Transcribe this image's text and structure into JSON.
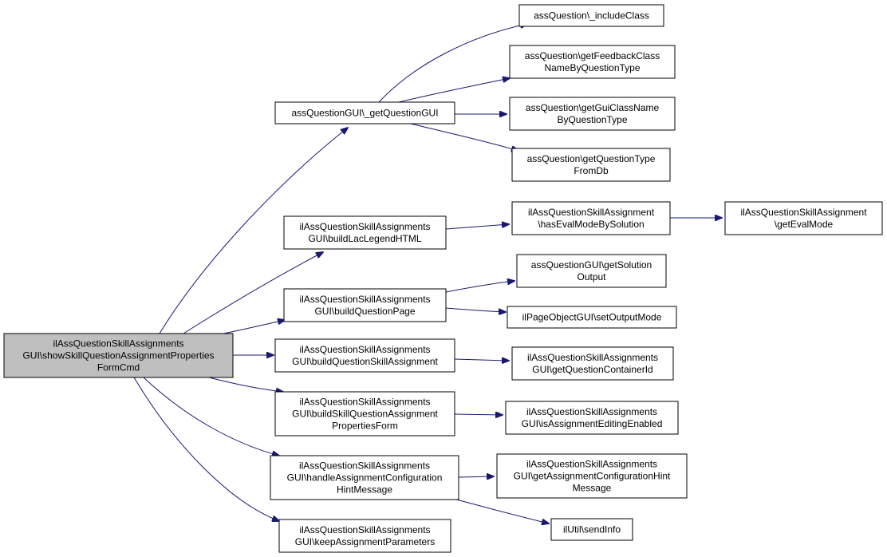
{
  "diagram": {
    "colors": {
      "edge": "#191970",
      "root_fill": "#bfbfbf",
      "node_fill": "#ffffff",
      "border": "#000000"
    },
    "nodes": [
      {
        "id": "root",
        "lines": [
          "ilAssQuestionSkillAssignments",
          "GUI\\showSkillQuestionAssignmentProperties",
          "FormCmd"
        ]
      },
      {
        "id": "getQuestionGUI",
        "lines": [
          "assQuestionGUI\\_getQuestionGUI"
        ]
      },
      {
        "id": "includeClass",
        "lines": [
          "assQuestion\\_includeClass"
        ]
      },
      {
        "id": "getFeedbackClass",
        "lines": [
          "assQuestion\\getFeedbackClass",
          "NameByQuestionType"
        ]
      },
      {
        "id": "getGuiClassName",
        "lines": [
          "assQuestion\\getGuiClassName",
          "ByQuestionType"
        ]
      },
      {
        "id": "getQuestionTypeFromDb",
        "lines": [
          "assQuestion\\getQuestionType",
          "FromDb"
        ]
      },
      {
        "id": "buildLacLegendHTML",
        "lines": [
          "ilAssQuestionSkillAssignments",
          "GUI\\buildLacLegendHTML"
        ]
      },
      {
        "id": "hasEvalModeBySolution",
        "lines": [
          "ilAssQuestionSkillAssignment",
          "\\hasEvalModeBySolution"
        ]
      },
      {
        "id": "getEvalMode",
        "lines": [
          "ilAssQuestionSkillAssignment",
          "\\getEvalMode"
        ]
      },
      {
        "id": "buildQuestionPage",
        "lines": [
          "ilAssQuestionSkillAssignments",
          "GUI\\buildQuestionPage"
        ]
      },
      {
        "id": "getSolutionOutput",
        "lines": [
          "assQuestionGUI\\getSolution",
          "Output"
        ]
      },
      {
        "id": "setOutputMode",
        "lines": [
          "ilPageObjectGUI\\setOutputMode"
        ]
      },
      {
        "id": "buildQuestionSkillAssignment",
        "lines": [
          "ilAssQuestionSkillAssignments",
          "GUI\\buildQuestionSkillAssignment"
        ]
      },
      {
        "id": "getQuestionContainerId",
        "lines": [
          "ilAssQuestionSkillAssignments",
          "GUI\\getQuestionContainerId"
        ]
      },
      {
        "id": "buildSkillQuestionAssignmentPropertiesForm",
        "lines": [
          "ilAssQuestionSkillAssignments",
          "GUI\\buildSkillQuestionAssignment",
          "PropertiesForm"
        ]
      },
      {
        "id": "isAssignmentEditingEnabled",
        "lines": [
          "ilAssQuestionSkillAssignments",
          "GUI\\isAssignmentEditingEnabled"
        ]
      },
      {
        "id": "handleAssignmentConfigurationHintMessage",
        "lines": [
          "ilAssQuestionSkillAssignments",
          "GUI\\handleAssignmentConfiguration",
          "HintMessage"
        ]
      },
      {
        "id": "getAssignmentConfigurationHintMessage",
        "lines": [
          "ilAssQuestionSkillAssignments",
          "GUI\\getAssignmentConfigurationHint",
          "Message"
        ]
      },
      {
        "id": "sendInfo",
        "lines": [
          "ilUtil\\sendInfo"
        ]
      },
      {
        "id": "keepAssignmentParameters",
        "lines": [
          "ilAssQuestionSkillAssignments",
          "GUI\\keepAssignmentParameters"
        ]
      }
    ],
    "edges": [
      [
        "root",
        "getQuestionGUI"
      ],
      [
        "root",
        "buildLacLegendHTML"
      ],
      [
        "root",
        "buildQuestionPage"
      ],
      [
        "root",
        "buildQuestionSkillAssignment"
      ],
      [
        "root",
        "buildSkillQuestionAssignmentPropertiesForm"
      ],
      [
        "root",
        "handleAssignmentConfigurationHintMessage"
      ],
      [
        "root",
        "keepAssignmentParameters"
      ],
      [
        "getQuestionGUI",
        "includeClass"
      ],
      [
        "getQuestionGUI",
        "getFeedbackClass"
      ],
      [
        "getQuestionGUI",
        "getGuiClassName"
      ],
      [
        "getQuestionGUI",
        "getQuestionTypeFromDb"
      ],
      [
        "buildLacLegendHTML",
        "hasEvalModeBySolution"
      ],
      [
        "hasEvalModeBySolution",
        "getEvalMode"
      ],
      [
        "buildQuestionPage",
        "getSolutionOutput"
      ],
      [
        "buildQuestionPage",
        "setOutputMode"
      ],
      [
        "buildQuestionSkillAssignment",
        "getQuestionContainerId"
      ],
      [
        "buildSkillQuestionAssignmentPropertiesForm",
        "isAssignmentEditingEnabled"
      ],
      [
        "handleAssignmentConfigurationHintMessage",
        "getAssignmentConfigurationHintMessage"
      ],
      [
        "handleAssignmentConfigurationHintMessage",
        "sendInfo"
      ]
    ]
  }
}
